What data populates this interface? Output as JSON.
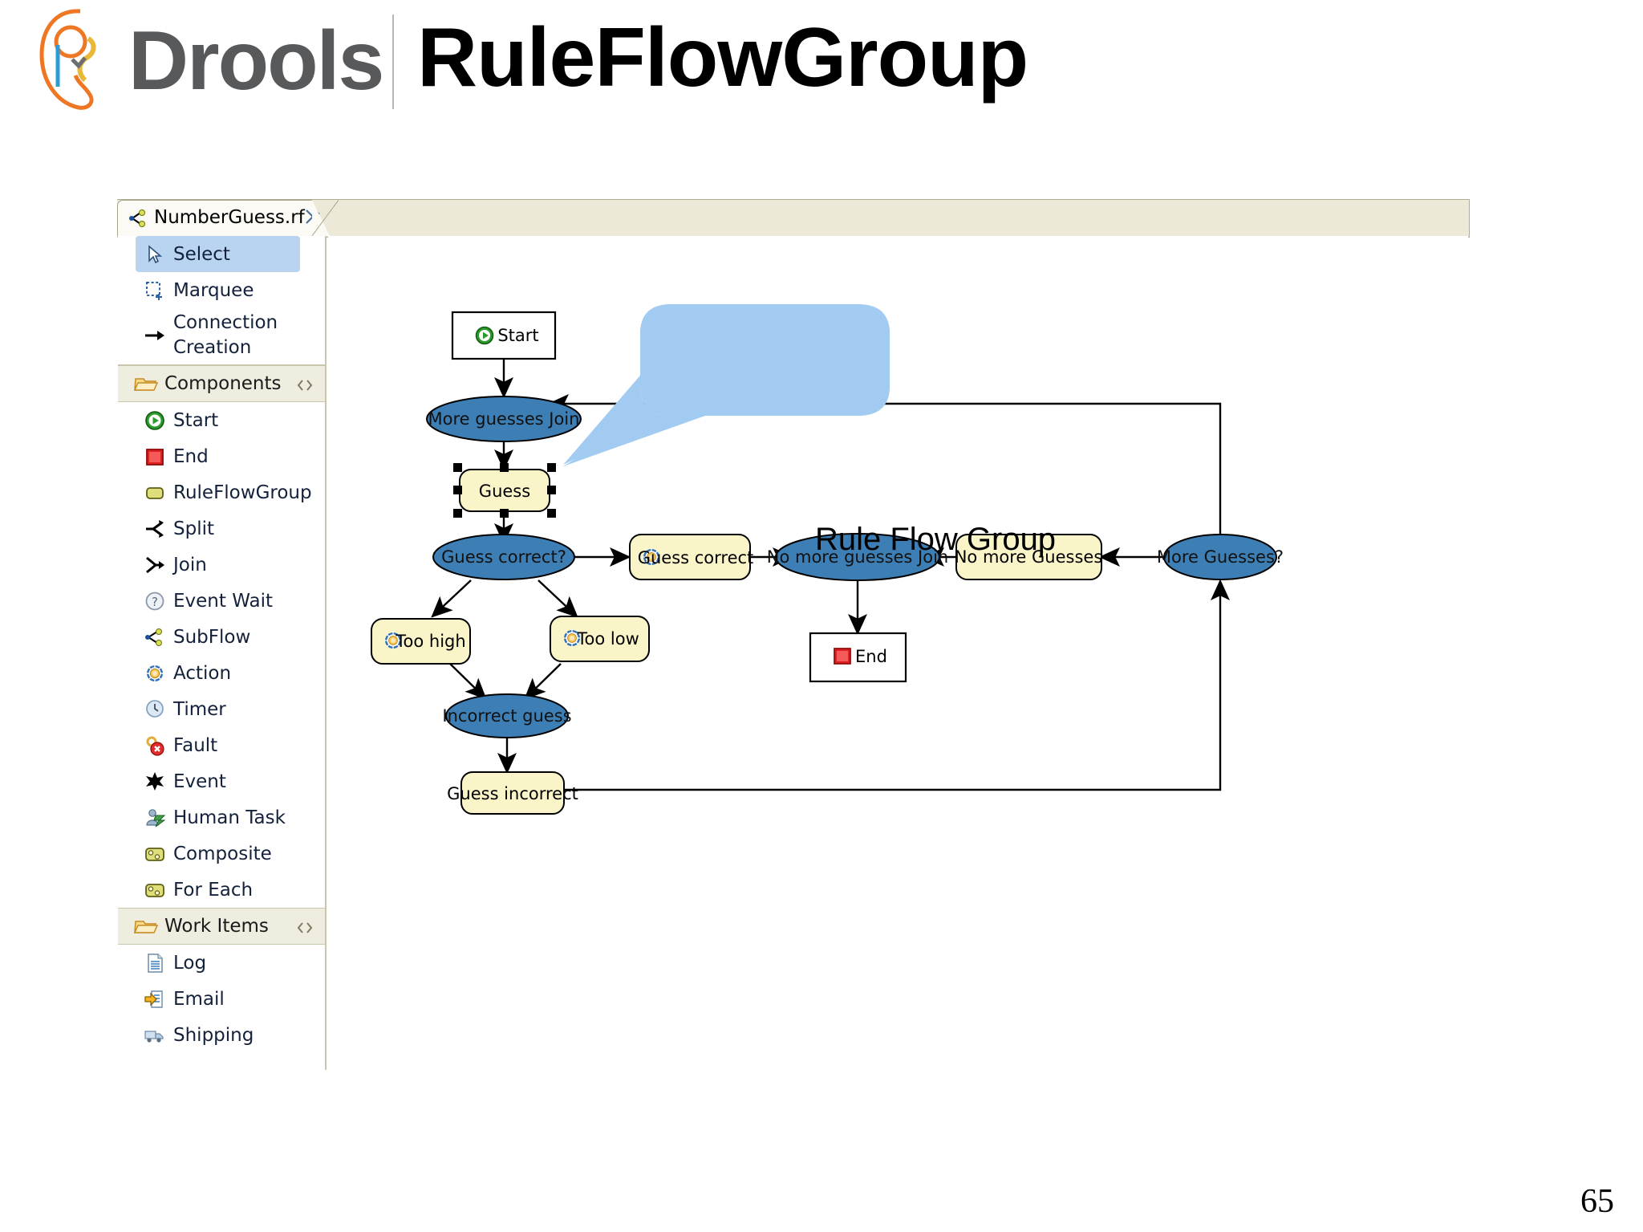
{
  "slide": {
    "brand": "Drools",
    "title": "RuleFlowGroup",
    "page_number": "65",
    "logo_icon": "drools-ear-logo-icon"
  },
  "editor": {
    "tab": {
      "label": "NumberGuess.rf",
      "icon": "subflow-icon",
      "close_icon": "close-icon"
    },
    "palette": {
      "tools": [
        {
          "label": "Select",
          "icon": "cursor-arrow-icon",
          "selected": true
        },
        {
          "label": "Marquee",
          "icon": "marquee-icon",
          "selected": false
        },
        {
          "label": "Connection Creation",
          "icon": "arrow-right-icon",
          "selected": false
        }
      ],
      "sections": [
        {
          "title": "Components",
          "icon": "open-folder-icon",
          "pin_icon": "collapse-icon",
          "items": [
            {
              "label": "Start",
              "icon": "start-green-play-icon"
            },
            {
              "label": "End",
              "icon": "end-red-square-icon"
            },
            {
              "label": "RuleFlowGroup",
              "icon": "ruleflowgroup-yellow-box-icon"
            },
            {
              "label": "Split",
              "icon": "split-icon"
            },
            {
              "label": "Join",
              "icon": "join-icon"
            },
            {
              "label": "Event Wait",
              "icon": "event-wait-question-icon"
            },
            {
              "label": "SubFlow",
              "icon": "subflow-icon"
            },
            {
              "label": "Action",
              "icon": "action-gear-icon"
            },
            {
              "label": "Timer",
              "icon": "timer-clock-icon"
            },
            {
              "label": "Fault",
              "icon": "fault-icon"
            },
            {
              "label": "Event",
              "icon": "event-star-icon"
            },
            {
              "label": "Human Task",
              "icon": "human-task-icon"
            },
            {
              "label": "Composite",
              "icon": "composite-icon"
            },
            {
              "label": "For Each",
              "icon": "for-each-icon"
            }
          ]
        },
        {
          "title": "Work Items",
          "icon": "open-folder-icon",
          "pin_icon": "collapse-icon",
          "items": [
            {
              "label": "Log",
              "icon": "log-document-icon"
            },
            {
              "label": "Email",
              "icon": "email-icon"
            },
            {
              "label": "Shipping",
              "icon": "shipping-truck-icon"
            }
          ]
        }
      ]
    },
    "canvas": {
      "nodes": [
        {
          "id": "start",
          "label": "Start",
          "type": "start-box",
          "icon": "start-green-play-icon"
        },
        {
          "id": "more-guesses-join",
          "label": "More guesses Join",
          "type": "join-ellipse",
          "icon": ""
        },
        {
          "id": "guess",
          "label": "Guess",
          "type": "ruleflowgroup-selected",
          "icon": ""
        },
        {
          "id": "guess-correct-q",
          "label": "Guess correct?",
          "type": "split-ellipse",
          "icon": ""
        },
        {
          "id": "too-high",
          "label": "Too high",
          "type": "action-box",
          "icon": "action-gear-icon"
        },
        {
          "id": "too-low",
          "label": "Too low",
          "type": "action-box",
          "icon": "action-gear-icon"
        },
        {
          "id": "incorrect-guess",
          "label": "Incorrect guess",
          "type": "join-ellipse",
          "icon": ""
        },
        {
          "id": "guess-incorrect",
          "label": "Guess incorrect",
          "type": "ruleflowgroup",
          "icon": ""
        },
        {
          "id": "guess-correct",
          "label": "Guess correct",
          "type": "action-box",
          "icon": "action-gear-icon"
        },
        {
          "id": "no-more-guesses-join",
          "label": "No more guesses Join",
          "type": "join-ellipse",
          "icon": ""
        },
        {
          "id": "end",
          "label": "End",
          "type": "end-box",
          "icon": "end-red-square-icon"
        },
        {
          "id": "no-more-guesses",
          "label": "No more Guesses",
          "type": "ruleflowgroup",
          "icon": ""
        },
        {
          "id": "more-guesses-q",
          "label": "More Guesses?",
          "type": "split-ellipse",
          "icon": ""
        }
      ],
      "callout": {
        "text": "Rule Flow Group",
        "fill": "#a2cbf2"
      }
    }
  },
  "colors": {
    "node_blue": "#3d7fb5",
    "node_yellow": "#faf5c8",
    "callout_blue": "#a2cbf2",
    "brand_gray": "#58595b",
    "palette_header": "#efece0",
    "selection_blue": "#b8d4f0"
  }
}
